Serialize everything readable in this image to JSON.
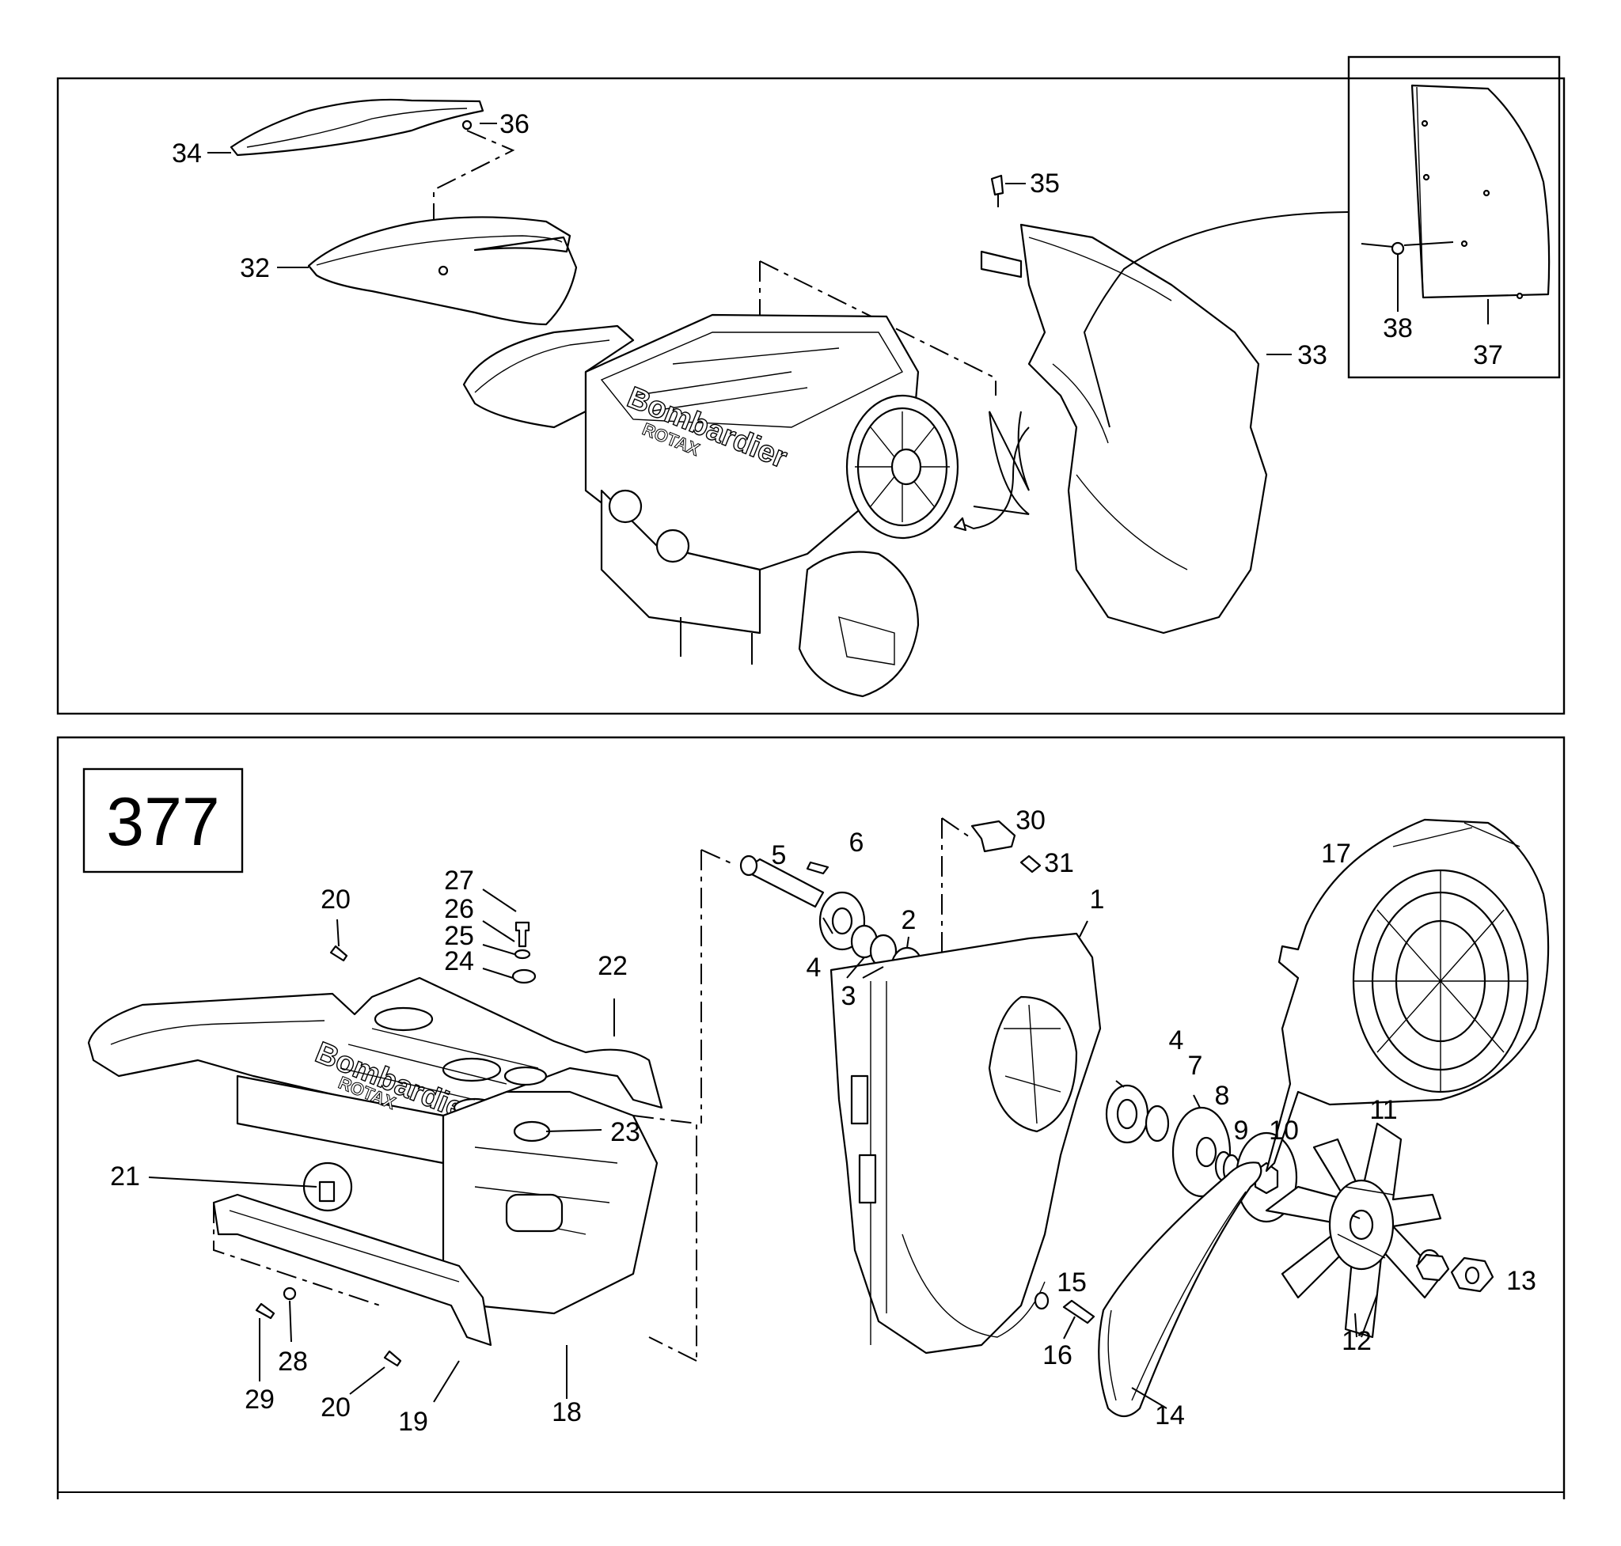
{
  "figure_number": "377",
  "brand_marks": {
    "main": "Bombardier",
    "sub": "ROTAX"
  },
  "callouts_top": [
    "34",
    "36",
    "32",
    "35",
    "33",
    "38",
    "37"
  ],
  "callouts_bottom": [
    "20",
    "27",
    "26",
    "25",
    "24",
    "22",
    "21",
    "23",
    "28",
    "29",
    "20",
    "19",
    "18",
    "5",
    "6",
    "4",
    "3",
    "2",
    "30",
    "31",
    "1",
    "4",
    "7",
    "8",
    "9",
    "10",
    "11",
    "17",
    "13",
    "12",
    "15",
    "16",
    "14"
  ]
}
